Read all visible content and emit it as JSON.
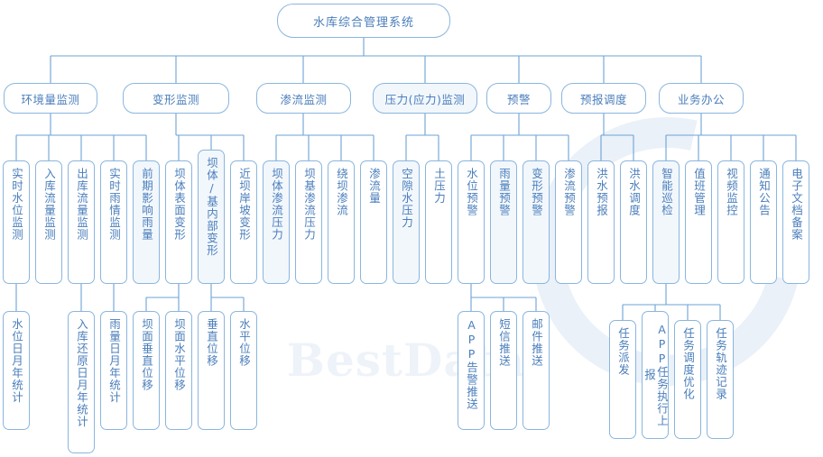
{
  "diagram": {
    "title": "水库综合管理系统",
    "watermark_text": "BestData",
    "accent_color": "#4a7ebb",
    "border_color": "#8ab6de",
    "line_color": "#6ba3d6"
  },
  "root": {
    "label": "水库综合管理系统"
  },
  "level2": [
    {
      "label": "环境量监测"
    },
    {
      "label": "变形监测"
    },
    {
      "label": "渗流监测"
    },
    {
      "label": "压力(应力)监测"
    },
    {
      "label": "预警"
    },
    {
      "label": "预报调度"
    },
    {
      "label": "业务办公"
    }
  ],
  "level3": [
    {
      "label": "实时水位监测"
    },
    {
      "label": "入库流量监测"
    },
    {
      "label": "出库流量监测"
    },
    {
      "label": "实时雨情监测"
    },
    {
      "label": "前期影响雨量"
    },
    {
      "label": "坝体表面变形"
    },
    {
      "label": "坝体/基内部变形"
    },
    {
      "label": "近坝岸坡变形"
    },
    {
      "label": "坝体渗流压力"
    },
    {
      "label": "坝基渗流压力"
    },
    {
      "label": "绕坝渗流"
    },
    {
      "label": "渗流量"
    },
    {
      "label": "空隙水压力"
    },
    {
      "label": "土压力"
    },
    {
      "label": "水位预警"
    },
    {
      "label": "雨量预警"
    },
    {
      "label": "变形预警"
    },
    {
      "label": "渗流预警"
    },
    {
      "label": "洪水预报"
    },
    {
      "label": "洪水调度"
    },
    {
      "label": "智能巡检"
    },
    {
      "label": "值班管理"
    },
    {
      "label": "视频监控"
    },
    {
      "label": "通知公告"
    },
    {
      "label": "电子文档备案"
    }
  ],
  "level4": [
    {
      "label": "水位日月年统计"
    },
    {
      "label": "入库还原日月年统计"
    },
    {
      "label": "雨量日月年统计"
    },
    {
      "label": "坝面垂直位移"
    },
    {
      "label": "坝面水平位移"
    },
    {
      "label": "垂直位移"
    },
    {
      "label": "水平位移"
    },
    {
      "label": "APP告警推送"
    },
    {
      "label": "短信推送"
    },
    {
      "label": "邮件推送"
    },
    {
      "label": "任务派发"
    },
    {
      "label": "APP任务执行上报"
    },
    {
      "label": "任务调度优化"
    },
    {
      "label": "任务轨迹记录"
    }
  ]
}
